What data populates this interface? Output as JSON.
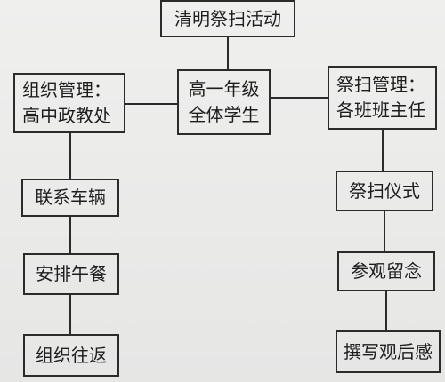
{
  "diagram": {
    "root": {
      "text": "清明祭扫活动"
    },
    "center": {
      "lines": [
        "高一年级",
        "全体学生"
      ]
    },
    "left_branch": {
      "head": {
        "lines": [
          "组织管理：",
          "高中政教处"
        ]
      },
      "steps": [
        "联系车辆",
        "安排午餐",
        "组织往返"
      ]
    },
    "right_branch": {
      "head": {
        "lines": [
          "祭扫管理：",
          "各班班主任"
        ]
      },
      "steps": [
        "祭扫仪式",
        "参观留念",
        "撰写观后感"
      ]
    }
  }
}
